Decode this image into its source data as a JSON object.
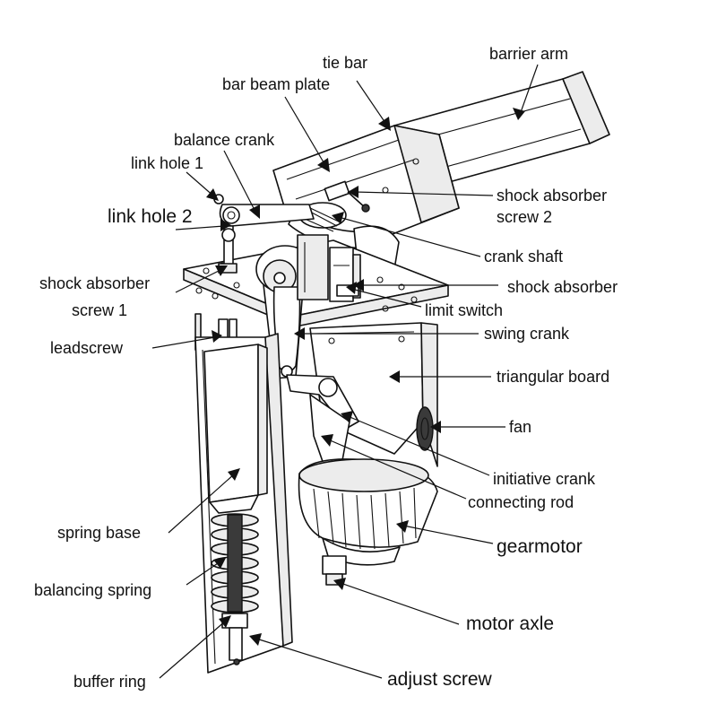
{
  "labels": {
    "tie_bar": "tie bar",
    "barrier_arm": "barrier arm",
    "bar_beam_plate": "bar beam plate",
    "balance_crank": "balance crank",
    "link_hole_1": "link hole 1",
    "link_hole_2": "link hole 2",
    "shock_absorber_screw_2_l1": "shock absorber",
    "shock_absorber_screw_2_l2": "screw 2",
    "crank_shaft": "crank shaft",
    "shock_absorber": "shock absorber",
    "shock_absorber_screw_1_l1": "shock absorber",
    "shock_absorber_screw_1_l2": "screw 1",
    "limit_switch": "limit switch",
    "leadscrew": "leadscrew",
    "swing_crank": "swing crank",
    "triangular_board": "triangular board",
    "fan": "fan",
    "initiative_crank": "initiative crank",
    "connecting_rod": "connecting rod",
    "gearmotor": "gearmotor",
    "spring_base": "spring base",
    "balancing_spring": "balancing spring",
    "motor_axle": "motor axle",
    "buffer_ring": "buffer ring",
    "adjust_screw": "adjust screw"
  },
  "colors": {
    "line": "#111111",
    "part_fill": "#ffffff",
    "shade_fill": "#ececec",
    "dark_fill": "#3a3a3a"
  }
}
